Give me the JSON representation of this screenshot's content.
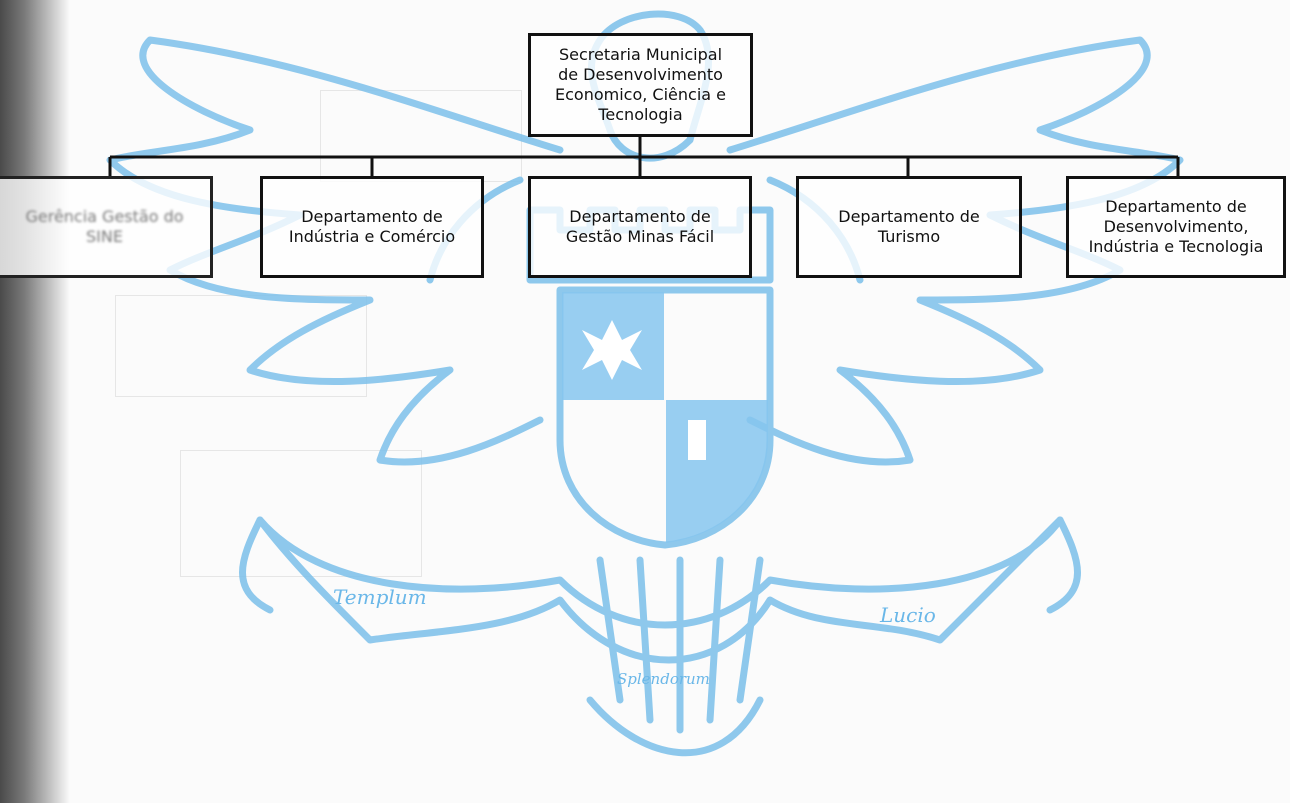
{
  "org_chart": {
    "top": "Secretaria Municipal\nde Desenvolvimento\nEconomico, Ciência e\nTecnologia",
    "departments": [
      "Gerência Gestão do\nSINE",
      "Departamento de\nIndústria e Comércio",
      "Departamento de\nGestão Minas Fácil",
      "Departamento de\nTurismo",
      "Departamento de\nDesenvolvimento,\nIndústria e Tecnologia"
    ]
  },
  "watermark": {
    "motto_left": "Templum",
    "motto_center": "Splendorum",
    "motto_right": "Lucio",
    "color": "#6ab7e8"
  }
}
